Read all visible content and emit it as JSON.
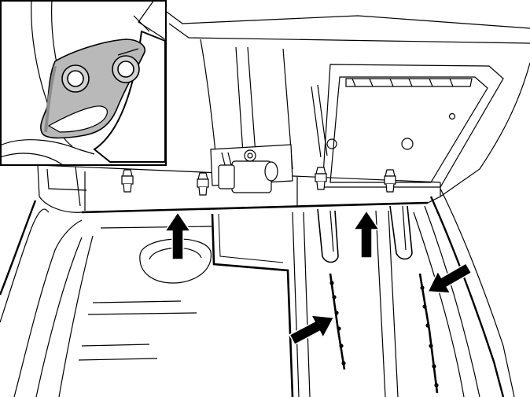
{
  "colors": {
    "line": "#000000",
    "paper": "#ffffff",
    "bracket": "#b9b9b9",
    "bracket_shadow": "#8c8c8c"
  },
  "figure": {
    "inset_detail": {
      "part": "bracket-with-two-bolts"
    },
    "callout_arrows": [
      {
        "id": "arrow-left-up",
        "direction": "up"
      },
      {
        "id": "arrow-right-up",
        "direction": "up"
      },
      {
        "id": "arrow-lower-center",
        "direction": "up-right"
      },
      {
        "id": "arrow-lower-right",
        "direction": "down-left"
      }
    ],
    "fasteners": [
      {
        "id": "stud-1"
      },
      {
        "id": "stud-2"
      },
      {
        "id": "stud-3"
      },
      {
        "id": "stud-4"
      }
    ]
  }
}
